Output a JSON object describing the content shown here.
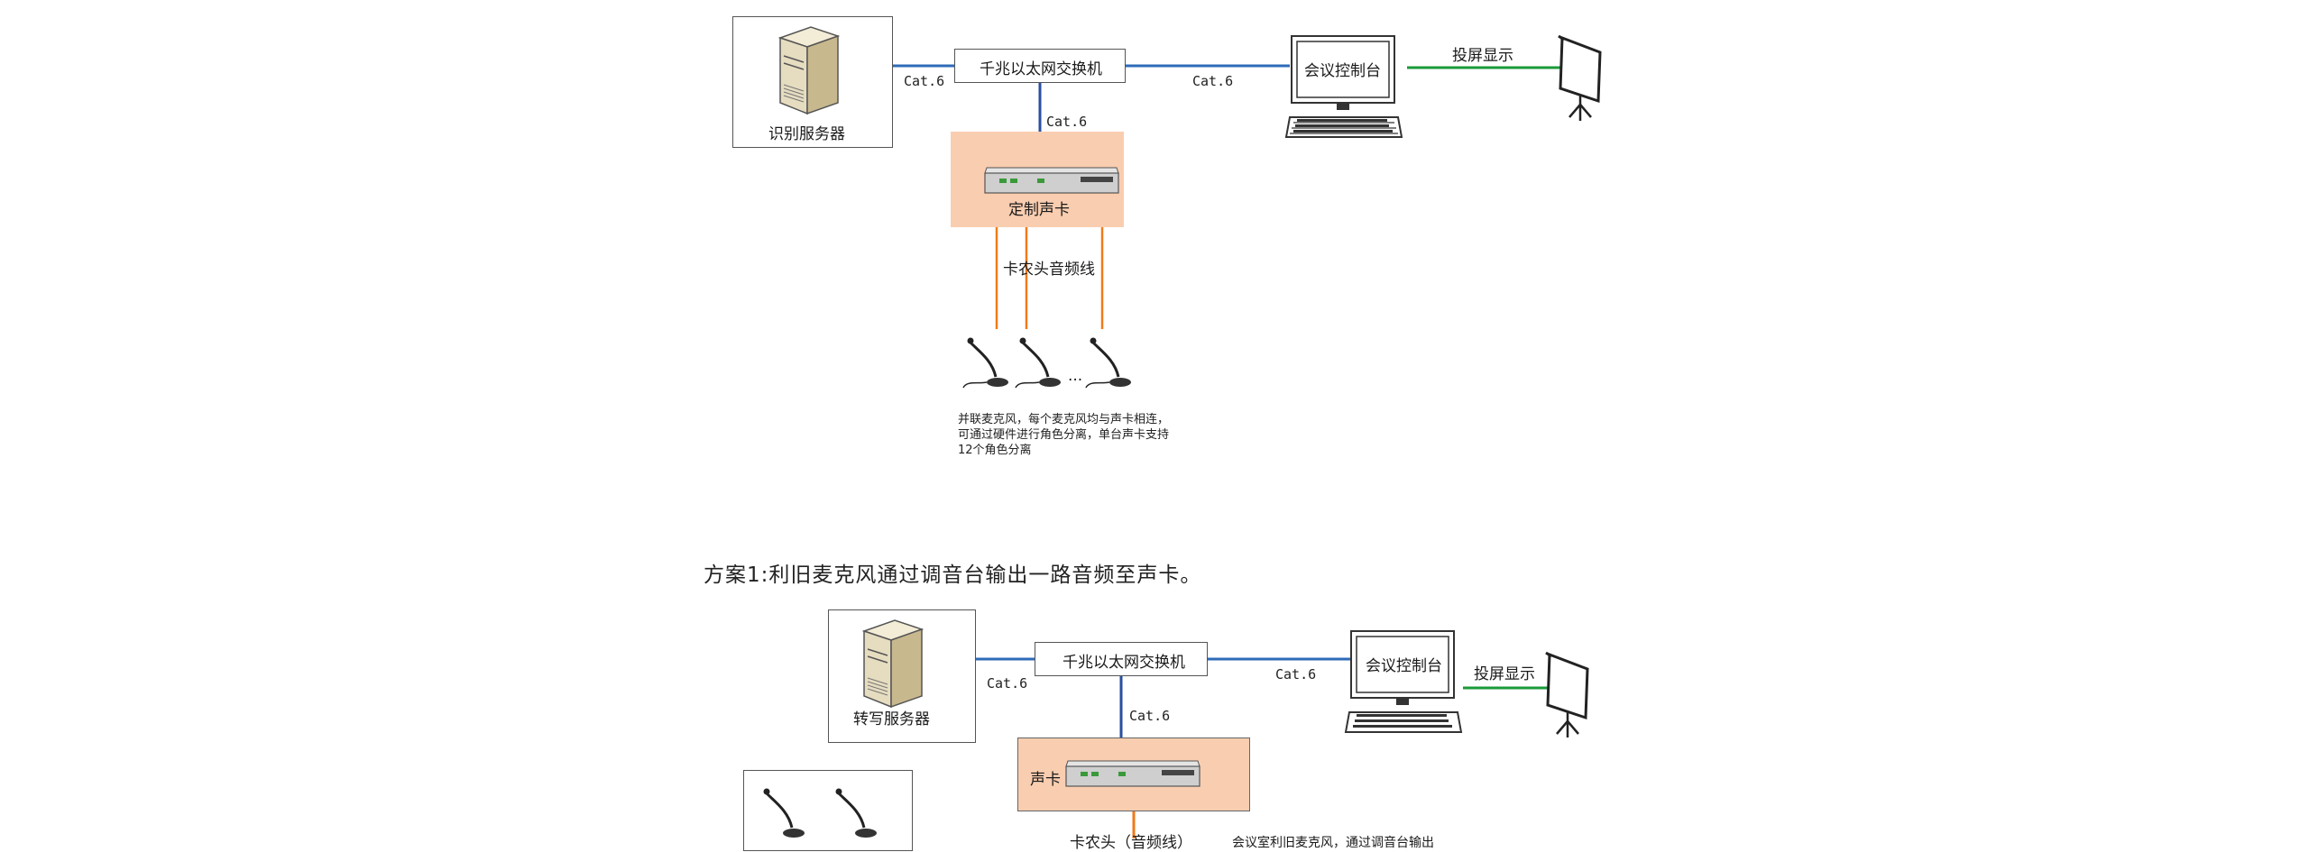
{
  "diagram1": {
    "server_label": "识别服务器",
    "switch_label": "千兆以太网交换机",
    "console_label": "会议控制台",
    "projection_label": "投屏显示",
    "cable_left": "Cat.6",
    "cable_right": "Cat.6",
    "cable_down": "Cat.6",
    "soundcard_label": "定制声卡",
    "audio_line_label": "卡农头音频线",
    "ellipsis": "···",
    "note": "并联麦克风，每个麦克风均与声卡相连，可通过硬件进行角色分离，单台声卡支持12个角色分离"
  },
  "scheme1_heading": "方案1:利旧麦克风通过调音台输出一路音频至声卡。",
  "diagram2": {
    "server_label": "转写服务器",
    "switch_label": "千兆以太网交换机",
    "console_label": "会议控制台",
    "projection_label": "投屏显示",
    "cable_left": "Cat.6",
    "cable_right": "Cat.6",
    "cable_down": "Cat.6",
    "soundcard_label": "声卡",
    "audio_line_label": "卡农头（音频线）",
    "note_partial": "会议室利旧麦克风，通过调音台输出"
  },
  "colors": {
    "network_line": "#2e6bb8",
    "soundcard_line": "#2a4fa0",
    "audio_line": "#f07a1a",
    "display_line": "#1a9a3a",
    "soundcard_bg": "#f9cdb0"
  },
  "icons": [
    "server-icon",
    "computer-icon",
    "projector-screen-icon",
    "microphone-icon",
    "soundcard-device-icon"
  ]
}
